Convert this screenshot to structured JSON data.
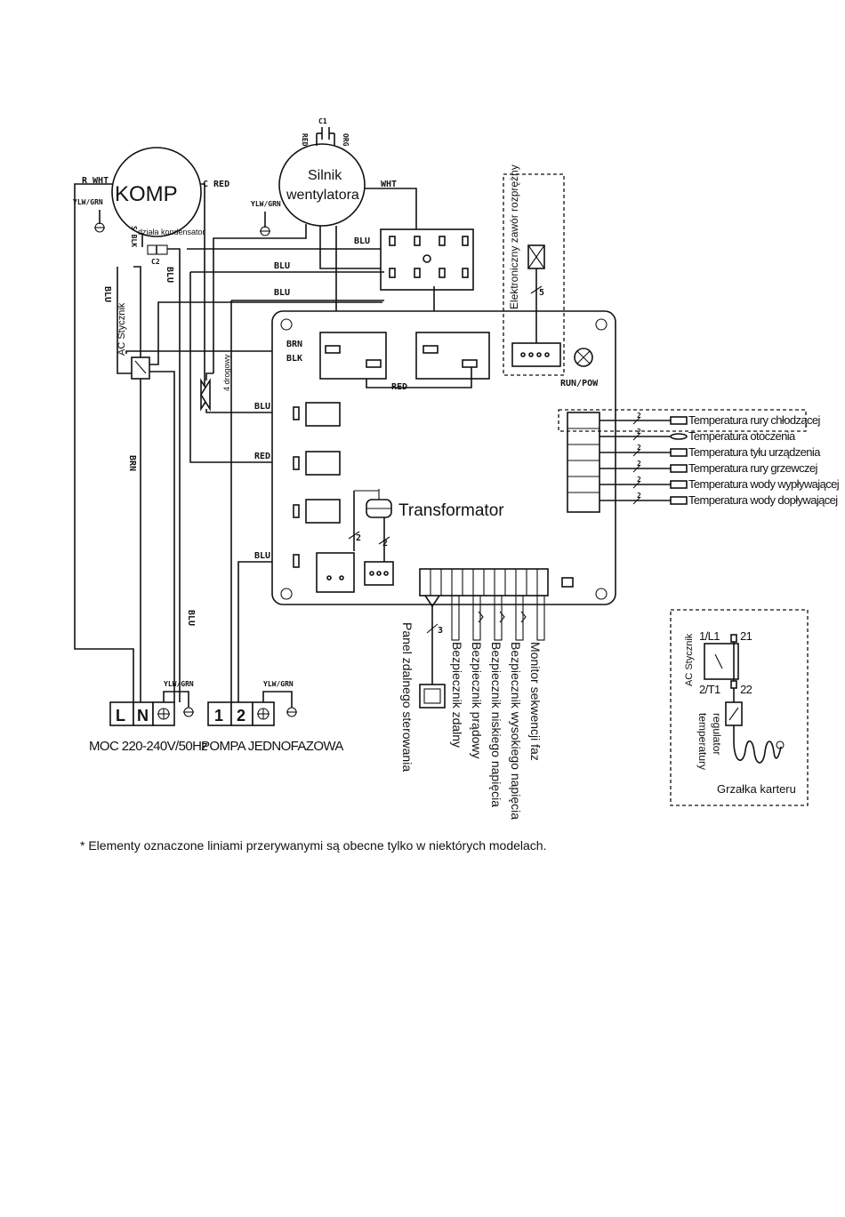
{
  "components": {
    "compressor": "KOMP",
    "compressor_capacitor": "działa kondensator",
    "fan_motor_line1": "Silnik",
    "fan_motor_line2": "wentylatora",
    "contactor": "AC Stycznik",
    "four_way_valve": "4 drogowy",
    "transformer": "Transformator",
    "electronic_valve": "Elektroniczny zawór rozprężny",
    "run_pow": "RUN/POW",
    "remote_panel": "Panel zdalnego sterowania"
  },
  "wire_labels": {
    "r_wht": "R WHT",
    "c_red": "C RED",
    "s_blk": "S BLK",
    "c1": "C1",
    "c2": "C2",
    "red": "RED",
    "org": "ORG",
    "wht": "WHT",
    "blu": "BLU",
    "blk": "BLK",
    "brn": "BRN",
    "ylw_grn": "YLW/GRN"
  },
  "wire_counts": {
    "two": "2",
    "three": "3",
    "five": "5"
  },
  "sensors": [
    "Temperatura rury chłodzącej",
    "Temperatura otoczenia",
    "Temperatura tyłu urządzenia",
    "Temperatura rury grzewczej",
    "Temperatura wody wypływającej",
    "Temperatura wody dopływającej"
  ],
  "safety_inputs": [
    "Bezpiecznik zdalny",
    "Bezpiecznik prądowy",
    "Bezpiecznik niskiego napięcia",
    "Bezpiecznik wysokiego napięcia",
    "Monitor sekwencji faz"
  ],
  "power_terminal": {
    "l": "L",
    "n": "N",
    "caption": "MOC 220-240V/50Hz"
  },
  "pump_terminal": {
    "t1": "1",
    "t2": "2",
    "caption": "POMPA JEDNOFAZOWA"
  },
  "crankcase": {
    "contactor": "AC Stycznik",
    "t_1l1": "1/L1",
    "t_21": "21",
    "t_2t1": "2/T1",
    "t_22": "22",
    "regulator_line1": "temperatury",
    "regulator_line2": "regulator",
    "heater": "Grzałka karteru"
  },
  "footnote": "* Elementy oznaczone liniami przerywanymi są obecne tylko w niektórych modelach."
}
